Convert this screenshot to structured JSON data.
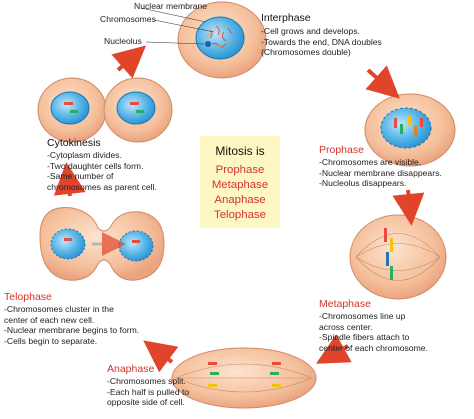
{
  "callouts": {
    "nuclear_membrane": "Nuclear membrane",
    "chromosomes": "Chromosomes",
    "nucleolus": "Nucleolus"
  },
  "center": {
    "heading": "Mitosis is",
    "phases": [
      "Prophase",
      "Metaphase",
      "Anaphase",
      "Telophase"
    ]
  },
  "stages": {
    "interphase": {
      "title": "Interphase",
      "lines": [
        "-Cell grows and develops.",
        "-Towards the end, DNA doubles",
        "(Chromosomes double)"
      ]
    },
    "prophase": {
      "title": "Prophase",
      "lines": [
        "-Chromosomes are visible.",
        "-Nuclear membrane disappears.",
        "-Nucleolus disappears."
      ]
    },
    "metaphase": {
      "title": "Metaphase",
      "lines": [
        "-Chromosomes line up",
        "across center.",
        "-Spindle fibers attach to",
        "center of each chromosome."
      ]
    },
    "anaphase": {
      "title": "Anaphase",
      "lines": [
        "-Chromosomes split.",
        "-Each half is pulled to",
        "opposite side of cell."
      ]
    },
    "telophase": {
      "title": "Telophase",
      "lines": [
        "-Chromosomes cluster in the",
        "center of each new cell.",
        "-Nuclear membrane begins to form.",
        "-Cells begin to separate."
      ]
    },
    "cytokinesis": {
      "title": "Cytokinesis",
      "lines": [
        "-Cytoplasm divides.",
        "-Two daughter cells form.",
        "-Same number of",
        "chromosomes as parent cell."
      ]
    }
  },
  "colors": {
    "cell_fill": "#f6c6a5",
    "cell_edge": "#d08a68",
    "nucleus": "#3aa0dc",
    "arrow": "#e0452b",
    "title_red": "#d2352b",
    "center_box": "#fdf7c3"
  }
}
